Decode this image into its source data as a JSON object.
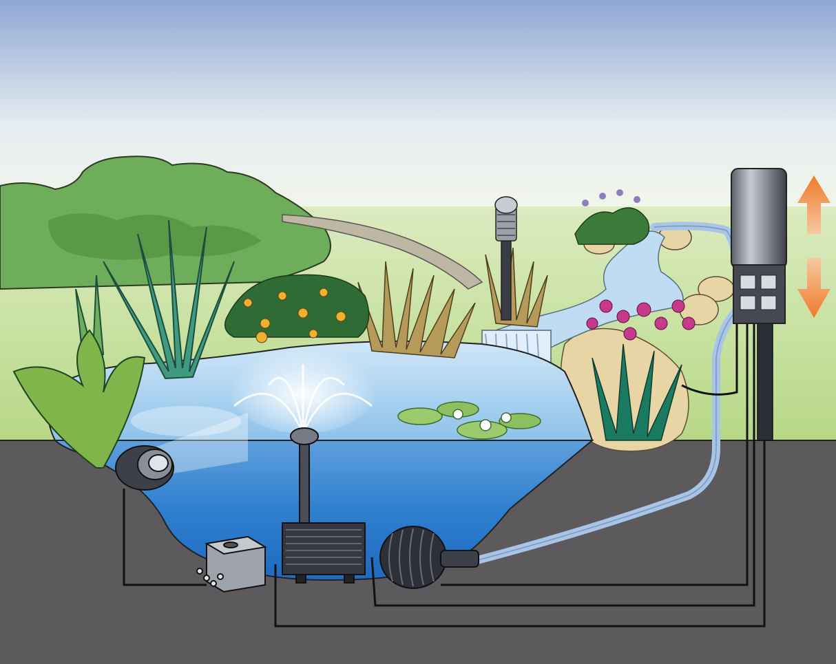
{
  "diagram": {
    "colors": {
      "sky_top": "#8fa7d4",
      "sky_bottom": "#f1f5e6",
      "lawn": "#c7df9a",
      "soil": "#5c5a5c",
      "water_surface": "#a9d2ef",
      "water_deep": "#2f7fd0",
      "cable": "#111111",
      "hose": "#a8c4e6",
      "arrow": "#f07a2a"
    },
    "components": [
      {
        "id": "power-station",
        "icon": "outdoor-power-socket"
      },
      {
        "id": "garden-light",
        "icon": "bollard-lamp"
      },
      {
        "id": "underwater-spotlight",
        "icon": "spotlight"
      },
      {
        "id": "transformer",
        "icon": "junction-box"
      },
      {
        "id": "fountain-pump",
        "icon": "pump"
      },
      {
        "id": "filter-pump",
        "icon": "pump"
      },
      {
        "id": "fountain",
        "icon": "water-spray"
      },
      {
        "id": "waterfall",
        "icon": "stream"
      }
    ],
    "height_adjustment_arrows": {
      "icon": "up-down-arrows"
    }
  }
}
